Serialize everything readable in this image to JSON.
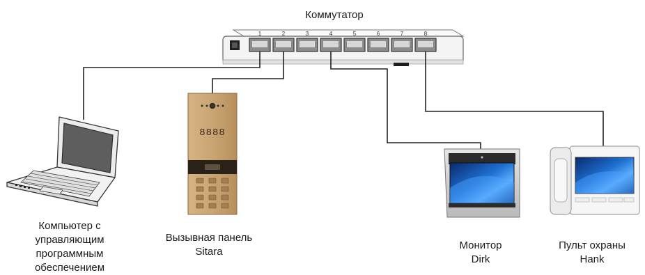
{
  "switch": {
    "title": "Коммутатор",
    "port_numbers": [
      "1",
      "2",
      "3",
      "4",
      "5",
      "6",
      "7",
      "8"
    ]
  },
  "devices": {
    "computer": {
      "label_lines": [
        "Компьютер с",
        "управляющим",
        "программным",
        "обеспечением"
      ]
    },
    "call_panel": {
      "label_lines": [
        "Вызывная панель",
        "Sitara"
      ],
      "display_digits": "8888"
    },
    "monitor": {
      "label_lines": [
        "Монитор",
        "Dirk"
      ]
    },
    "security_console": {
      "label_lines": [
        "Пульт охраны",
        "Hank"
      ]
    }
  },
  "connections": [
    {
      "port": "1",
      "device": "computer"
    },
    {
      "port": "2",
      "device": "call_panel"
    },
    {
      "port": "4",
      "device": "monitor"
    },
    {
      "port": "8",
      "device": "security_console"
    }
  ],
  "colors": {
    "panel_gold": "#c9a574",
    "cable": "#222222",
    "switch_body": "#f4f4f4"
  }
}
